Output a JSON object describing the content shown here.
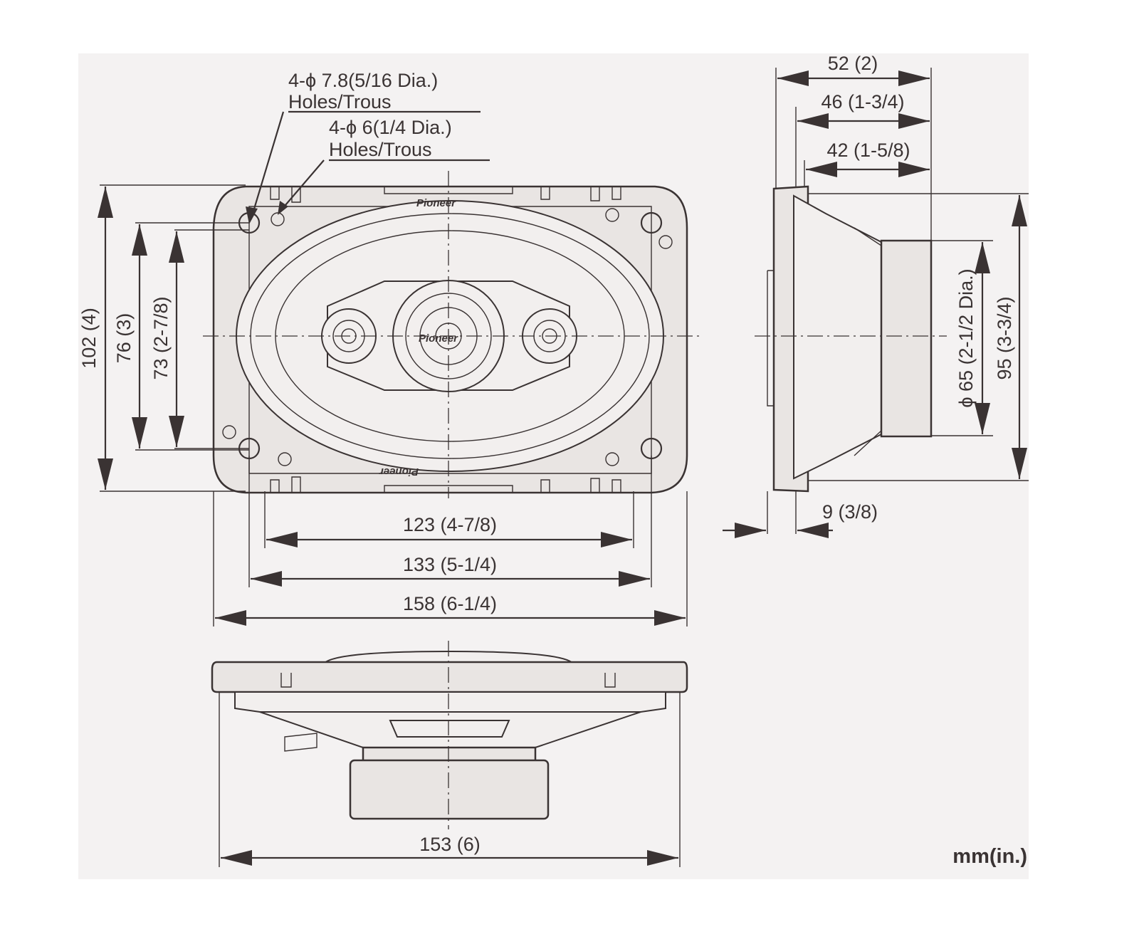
{
  "diagram": {
    "brand": "Pioneer",
    "unit_label": "mm(in.)",
    "front_view": {
      "hole_large": {
        "spec": "4-ϕ 7.8(5/16 Dia.)",
        "label": "Holes/Trous"
      },
      "hole_small": {
        "spec": "4-ϕ 6(1/4 Dia.)",
        "label": "Holes/Trous"
      },
      "height_overall": "102 (4)",
      "height_holes": "76 (3)",
      "height_holes_inner": "73 (2-7/8)",
      "width_inner": "123 (4-7/8)",
      "width_holes": "133 (5-1/4)",
      "width_overall": "158 (6-1/4)"
    },
    "side_view": {
      "depth_overall": "52 (2)",
      "depth_mid": "46 (1-3/4)",
      "depth_mount": "42 (1-5/8)",
      "magnet_dia": "ϕ 65 (2-1/2 Dia.)",
      "height": "95 (3-3/4)",
      "flange": "9 (3/8)"
    },
    "bottom_view": {
      "width": "153 (6)"
    },
    "colors": {
      "line": "#3a3333",
      "fill": "#e9e5e3",
      "background": "#f4f2f2"
    }
  }
}
